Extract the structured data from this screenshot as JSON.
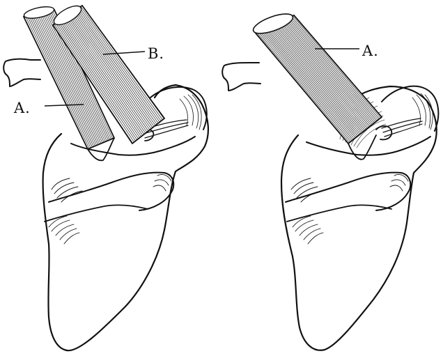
{
  "figures": [
    {
      "id": "left",
      "labels": [
        {
          "key": "A",
          "text": "A."
        },
        {
          "key": "B",
          "text": "B."
        }
      ]
    },
    {
      "id": "right",
      "labels": [
        {
          "key": "A",
          "text": "A."
        }
      ]
    }
  ],
  "colors": {
    "ink": "#111111",
    "paper": "#ffffff"
  }
}
